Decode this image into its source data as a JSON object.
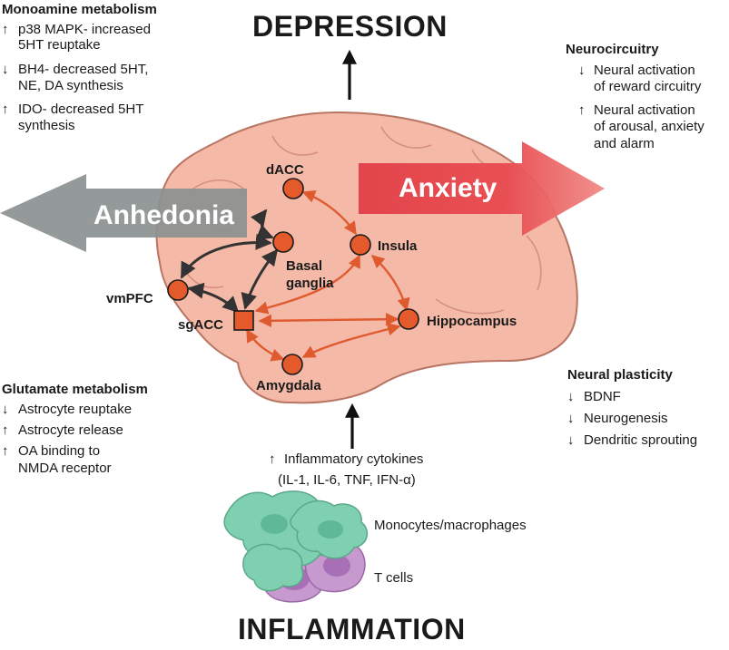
{
  "top_label": "DEPRESSION",
  "bottom_label": "INFLAMMATION",
  "left_band": "Anhedonia",
  "right_band": "Anxiety",
  "monoamine": {
    "title": "Monoamine metabolism",
    "items": [
      {
        "arrow": "↑",
        "lines": [
          "p38 MAPK- increased",
          "5HT reuptake"
        ]
      },
      {
        "arrow": "↓",
        "lines": [
          "BH4- decreased 5HT,",
          "NE, DA synthesis"
        ]
      },
      {
        "arrow": "↑",
        "lines": [
          "IDO- decreased 5HT",
          "synthesis"
        ]
      }
    ]
  },
  "neurocircuitry": {
    "title": "Neurocircuitry",
    "items": [
      {
        "arrow": "↓",
        "lines": [
          "Neural activation",
          "of reward circuitry"
        ]
      },
      {
        "arrow": "↑",
        "lines": [
          "Neural activation",
          "of arousal, anxiety",
          "and alarm"
        ]
      }
    ]
  },
  "glutamate": {
    "title": "Glutamate metabolism",
    "items": [
      {
        "arrow": "↓",
        "lines": [
          "Astrocyte reuptake"
        ]
      },
      {
        "arrow": "↑",
        "lines": [
          "Astrocyte release"
        ]
      },
      {
        "arrow": "↑",
        "lines": [
          "OA binding to",
          "NMDA receptor"
        ]
      }
    ]
  },
  "plasticity": {
    "title": "Neural plasticity",
    "items": [
      {
        "arrow": "↓",
        "lines": [
          "BDNF"
        ]
      },
      {
        "arrow": "↓",
        "lines": [
          "Neurogenesis"
        ]
      },
      {
        "arrow": "↓",
        "lines": [
          "Dendritic sprouting"
        ]
      }
    ]
  },
  "cytokines": {
    "arrow": "↑",
    "line1": "Inflammatory cytokines",
    "line2": "(IL-1, IL-6, TNF, IFN-α)"
  },
  "cells": {
    "monocytes": "Monocytes/macrophages",
    "tcells": "T cells"
  },
  "nodes": {
    "dacc": "dACC",
    "basal": [
      "Basal",
      "ganglia"
    ],
    "insula": "Insula",
    "vmpfc": "vmPFC",
    "sgacc": "sgACC",
    "hippocampus": "Hippocampus",
    "amygdala": "Amygdala"
  },
  "colors": {
    "brain": "#f4b9a7",
    "brain_stroke": "#b87563",
    "gray_band": "#8c9191",
    "red_band": "#e23e46",
    "node": "#e55a2b",
    "orange_arrow": "#e05a30",
    "dark_arrow": "#333333",
    "monocyte": "#7fd0b0",
    "tcell": "#c79acf"
  }
}
